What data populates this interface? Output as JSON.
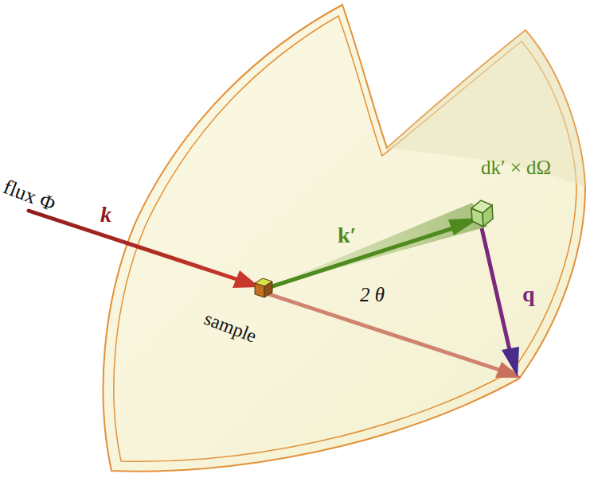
{
  "diagram": {
    "labels": [
      "flux Φ",
      "k",
      "k′",
      "dk′ × dΩ",
      "2 θ",
      "q",
      "sample"
    ]
  }
}
